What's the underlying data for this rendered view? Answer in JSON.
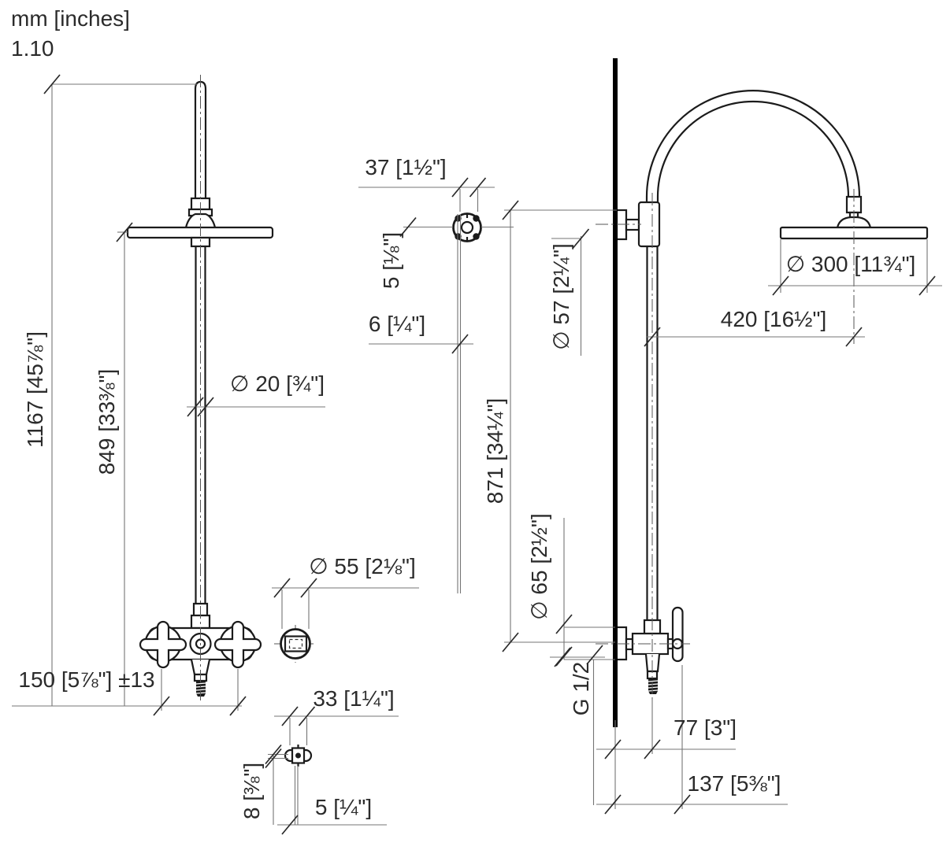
{
  "meta": {
    "units_label": "mm [inches]",
    "figure_number": "1.10"
  },
  "colors": {
    "background": "#ffffff",
    "object_line": "#1b1b1b",
    "dimension_line": "#757575",
    "text": "#2b2b2b"
  },
  "labels": {
    "overall_height": "1167 [45⅞\"]",
    "upper_height": "849 [33⅜\"]",
    "pipe_diameter": "∅ 20 [¾\"]",
    "connection_spread": "150 [5⅞\"] ±13",
    "bracket_width": "37 [1½\"]",
    "bracket_gap": "5 [⅛\"]",
    "bracket_depth": "6 [¼\"]",
    "outlet_escutcheon_diameter": "∅ 55 [2⅛\"]",
    "handle_width": "33 [1¼\"]",
    "handle_gap": "8 [⅜\"]",
    "handle_offset": "5 [¼\"]",
    "wall_escutcheon_diameter": "∅ 57 [2¼\"]",
    "riser_height": "871 [34¼\"]",
    "valve_escutcheon_diameter": "∅ 65 [2½\"]",
    "outlet_thread": "G 1/2",
    "spout_projection": "77 [3\"]",
    "handle_projection": "137 [5⅜\"]",
    "head_diameter": "∅ 300 [11¾\"]",
    "arm_projection": "420 [16½\"]"
  }
}
